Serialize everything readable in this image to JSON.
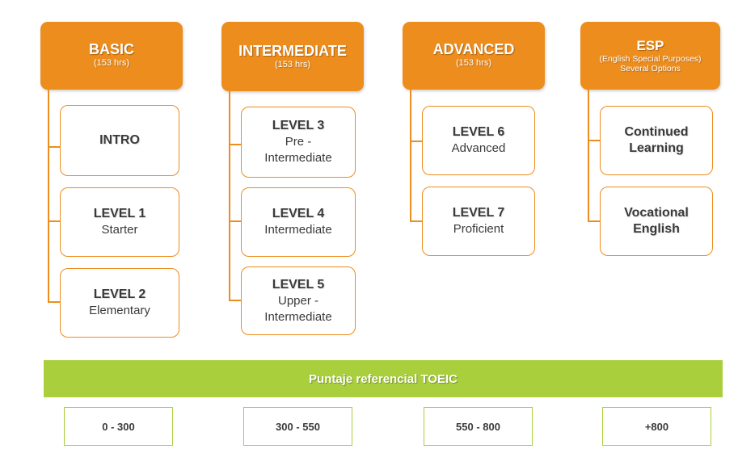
{
  "colors": {
    "orange": "#ed8d1e",
    "green": "#aacf3c",
    "text": "#3a3a3a"
  },
  "columns": [
    {
      "title": "BASIC",
      "sub1": "(153 hrs)",
      "sub2": "",
      "items": [
        {
          "line1": "INTRO",
          "line2": "",
          "line3": ""
        },
        {
          "line1": "LEVEL 1",
          "line2": "Starter",
          "line3": ""
        },
        {
          "line1": "LEVEL 2",
          "line2": "Elementary",
          "line3": ""
        }
      ]
    },
    {
      "title": "INTERMEDIATE",
      "sub1": "(153 hrs)",
      "sub2": "",
      "items": [
        {
          "line1": "LEVEL 3",
          "line2": "Pre -",
          "line3": "Intermediate"
        },
        {
          "line1": "LEVEL 4",
          "line2": "Intermediate",
          "line3": ""
        },
        {
          "line1": "LEVEL 5",
          "line2": "Upper -",
          "line3": "Intermediate"
        }
      ]
    },
    {
      "title": "ADVANCED",
      "sub1": "(153 hrs)",
      "sub2": "",
      "items": [
        {
          "line1": "LEVEL 6",
          "line2": "Advanced",
          "line3": ""
        },
        {
          "line1": "LEVEL 7",
          "line2": "Proficient",
          "line3": ""
        }
      ]
    },
    {
      "title": "ESP",
      "sub1": "(English Special Purposes)",
      "sub2": "Several Options",
      "items": [
        {
          "line1": "Continued",
          "line2": "Learning",
          "line3": ""
        },
        {
          "line1": "Vocational",
          "line2": "English",
          "line3": ""
        }
      ]
    }
  ],
  "toeic": {
    "banner": "Puntaje referencial TOEIC",
    "scores": [
      "0 - 300",
      "300 - 550",
      "550 - 800",
      "+800"
    ]
  }
}
